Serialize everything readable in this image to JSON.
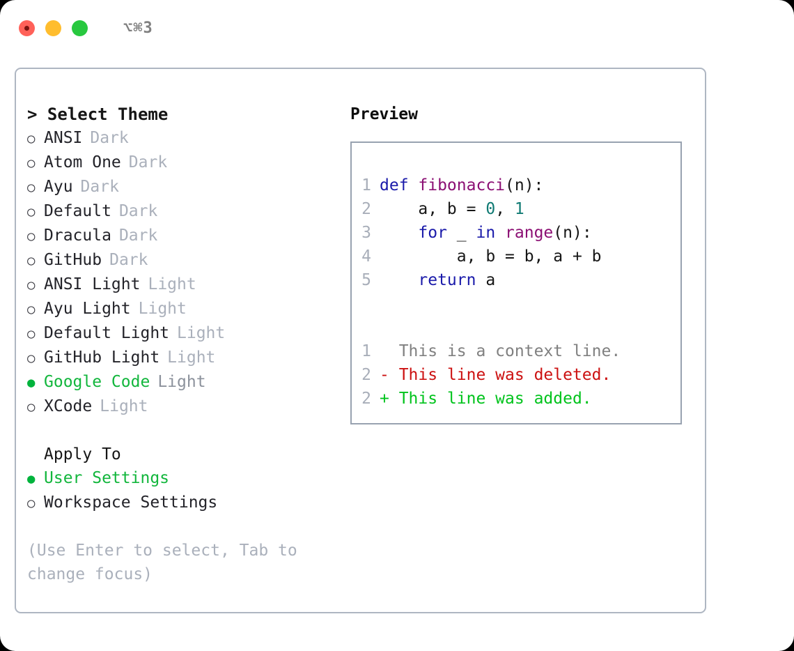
{
  "window": {
    "title": "⌥⌘3",
    "traffic_lights": [
      {
        "name": "close",
        "color": "#ff6159"
      },
      {
        "name": "minimize",
        "color": "#ffbd2e"
      },
      {
        "name": "maximize",
        "color": "#28c83f"
      }
    ]
  },
  "theme_picker": {
    "heading": "> Select Theme",
    "items": [
      {
        "marker": "○",
        "name": "ANSI",
        "category": "Dark",
        "selected": false
      },
      {
        "marker": "○",
        "name": "Atom One",
        "category": "Dark",
        "selected": false
      },
      {
        "marker": "○",
        "name": "Ayu",
        "category": "Dark",
        "selected": false
      },
      {
        "marker": "○",
        "name": "Default",
        "category": "Dark",
        "selected": false
      },
      {
        "marker": "○",
        "name": "Dracula",
        "category": "Dark",
        "selected": false
      },
      {
        "marker": "○",
        "name": "GitHub",
        "category": "Dark",
        "selected": false
      },
      {
        "marker": "○",
        "name": "ANSI Light",
        "category": "Light",
        "selected": false
      },
      {
        "marker": "○",
        "name": "Ayu Light",
        "category": "Light",
        "selected": false
      },
      {
        "marker": "○",
        "name": "Default Light",
        "category": "Light",
        "selected": false
      },
      {
        "marker": "○",
        "name": "GitHub Light",
        "category": "Light",
        "selected": false
      },
      {
        "marker": "●",
        "name": "Google Code",
        "category": "Light",
        "selected": true
      },
      {
        "marker": "○",
        "name": "XCode",
        "category": "Light",
        "selected": false
      }
    ]
  },
  "apply_to": {
    "heading": "Apply To",
    "items": [
      {
        "marker": "●",
        "name": "User Settings",
        "selected": true
      },
      {
        "marker": "○",
        "name": "Workspace Settings",
        "selected": false
      }
    ]
  },
  "hint": "(Use Enter to select, Tab to change focus)",
  "preview": {
    "label": "Preview",
    "code_lines": [
      {
        "number": "1",
        "tokens": [
          {
            "text": "def ",
            "type": "kw"
          },
          {
            "text": "fibonacci",
            "type": "fn"
          },
          {
            "text": "(n):",
            "type": "punc"
          }
        ]
      },
      {
        "number": "2",
        "tokens": [
          {
            "text": "    a, b = ",
            "type": "punc"
          },
          {
            "text": "0",
            "type": "num"
          },
          {
            "text": ", ",
            "type": "punc"
          },
          {
            "text": "1",
            "type": "num"
          }
        ]
      },
      {
        "number": "3",
        "tokens": [
          {
            "text": "    ",
            "type": "punc"
          },
          {
            "text": "for",
            "type": "kw"
          },
          {
            "text": " _ ",
            "type": "punc"
          },
          {
            "text": "in",
            "type": "kw"
          },
          {
            "text": " ",
            "type": "punc"
          },
          {
            "text": "range",
            "type": "fn"
          },
          {
            "text": "(n):",
            "type": "punc"
          }
        ]
      },
      {
        "number": "4",
        "tokens": [
          {
            "text": "        a, b = b, a + b",
            "type": "punc"
          }
        ]
      },
      {
        "number": "5",
        "tokens": [
          {
            "text": "    ",
            "type": "punc"
          },
          {
            "text": "return",
            "type": "kw"
          },
          {
            "text": " a",
            "type": "punc"
          }
        ]
      }
    ],
    "diff_lines": [
      {
        "number": "1",
        "prefix": "  ",
        "text": "This is a context line.",
        "type": "ctx"
      },
      {
        "number": "2",
        "prefix": "- ",
        "text": "This line was deleted.",
        "type": "del"
      },
      {
        "number": "2",
        "prefix": "+ ",
        "text": "This line was added.",
        "type": "add"
      }
    ]
  },
  "colors": {
    "selected_green": "#12b63c",
    "keyword_blue": "#1a1aaa",
    "function_purple": "#8b0f73",
    "number_teal": "#0f7a73",
    "diff_delete_red": "#cc1111",
    "diff_add_green": "#00c31c",
    "muted_gray": "#aab0bb",
    "border_gray": "#98a2b0"
  }
}
